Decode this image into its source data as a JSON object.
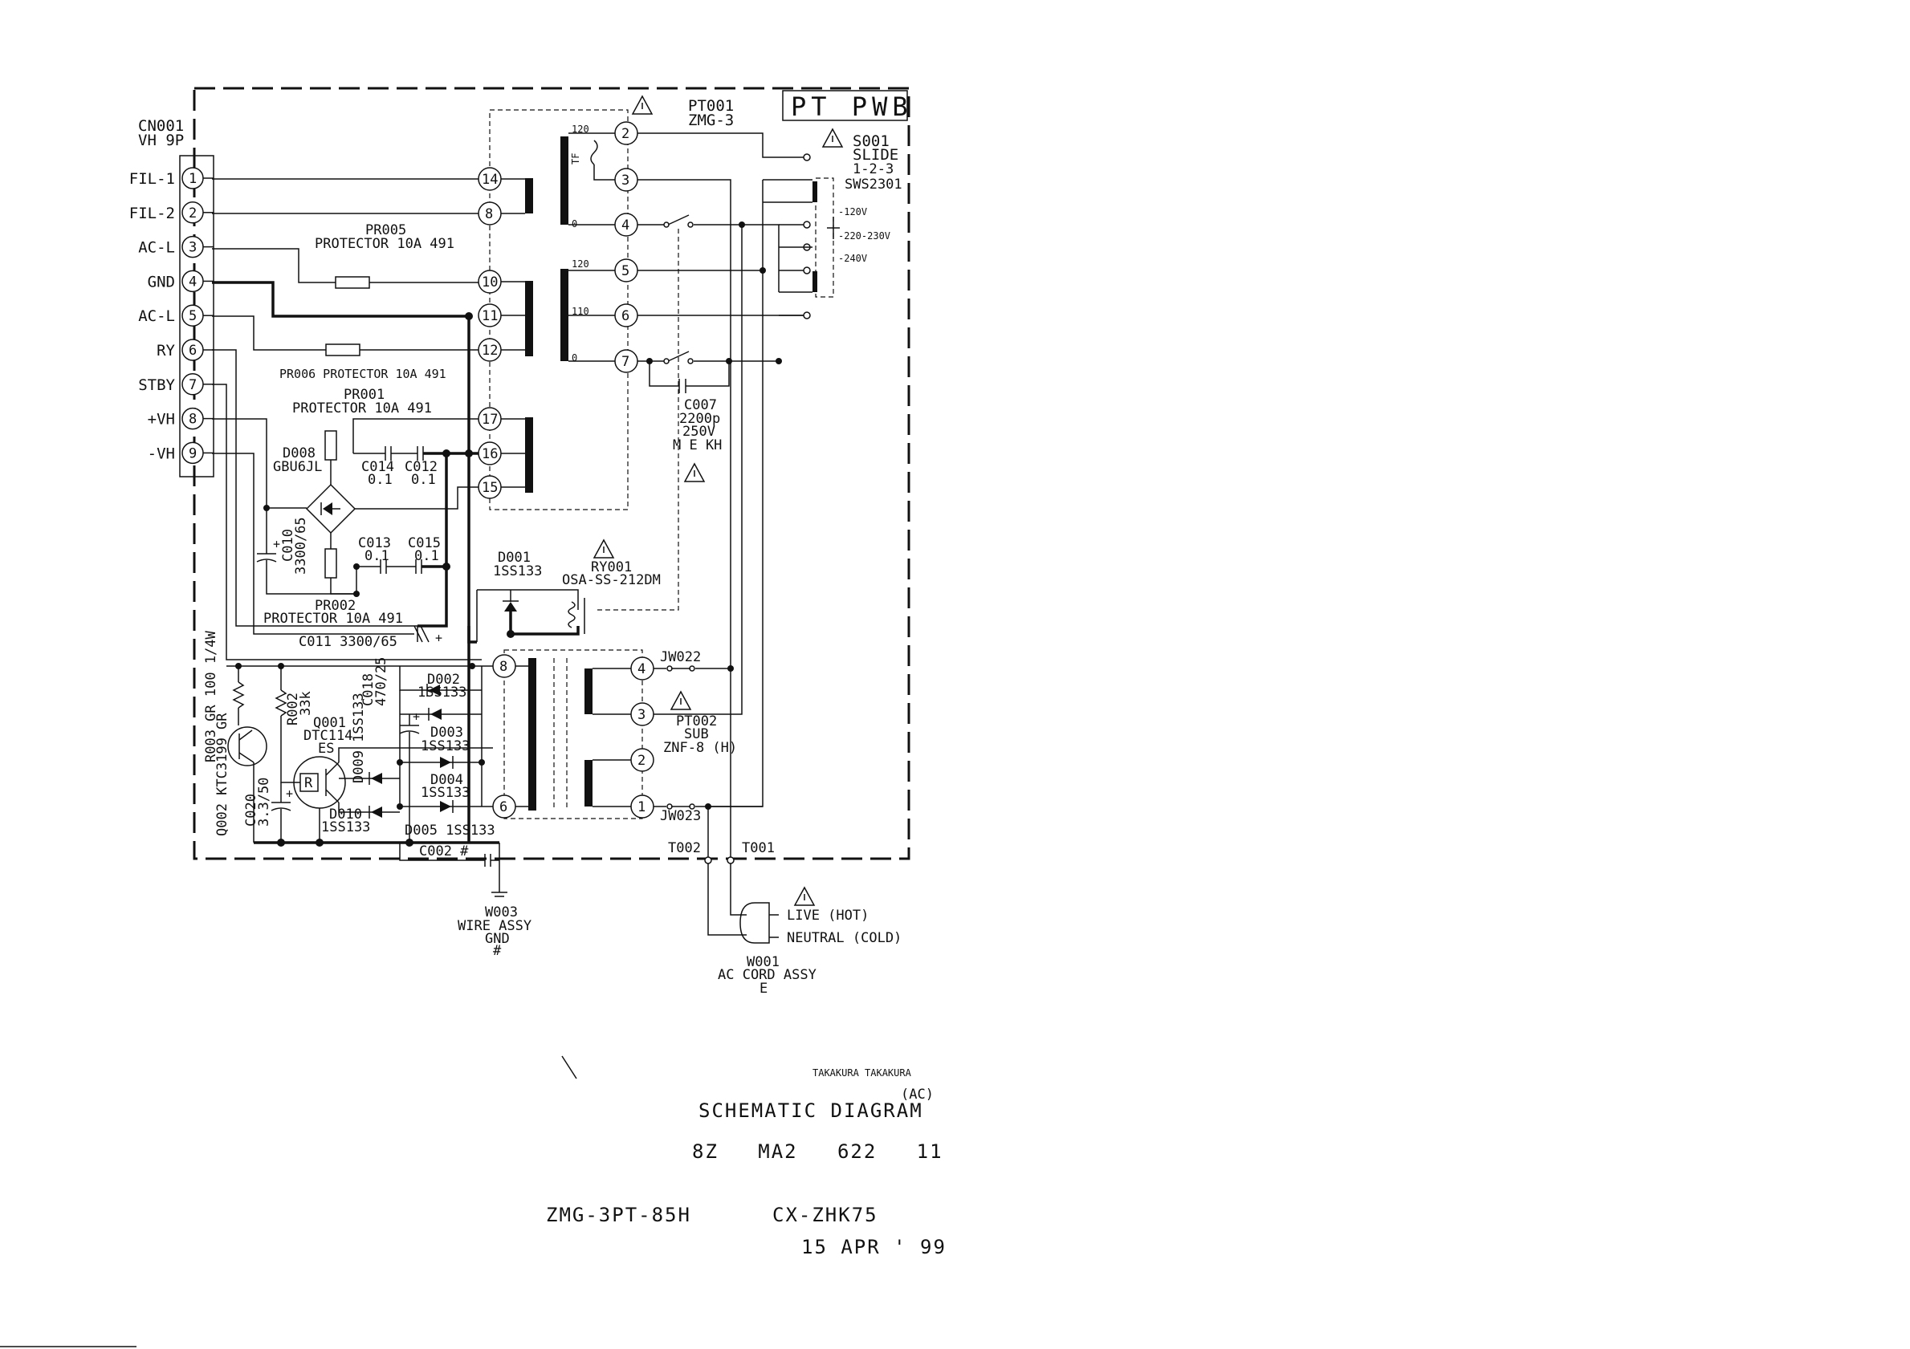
{
  "board": {
    "label": "PT PWB"
  },
  "connector": {
    "ref": "CN001",
    "type": "VH 9P",
    "pins": [
      {
        "num": "1",
        "name": "FIL-1"
      },
      {
        "num": "2",
        "name": "FIL-2"
      },
      {
        "num": "3",
        "name": "AC-L"
      },
      {
        "num": "4",
        "name": "GND"
      },
      {
        "num": "5",
        "name": "AC-L"
      },
      {
        "num": "6",
        "name": "RY"
      },
      {
        "num": "7",
        "name": "STBY"
      },
      {
        "num": "8",
        "name": "+VH"
      },
      {
        "num": "9",
        "name": "-VH"
      }
    ]
  },
  "transformer_main": {
    "ref": "PT001",
    "part": "ZMG-3",
    "tf_label": "TF",
    "tap_labels": [
      "120",
      "0",
      "120",
      "110",
      "0"
    ],
    "primary_pins": [
      "2",
      "3",
      "4",
      "5",
      "6",
      "7"
    ],
    "secondary_pins": [
      "14",
      "8",
      "10",
      "11",
      "12",
      "17",
      "16",
      "15"
    ]
  },
  "switch": {
    "ref": "S001",
    "type": "SLIDE",
    "positions": "1-2-3",
    "part": "SWS2301",
    "options": [
      "-120V",
      "-220-230V",
      "-240V"
    ]
  },
  "protectors": {
    "pr005": {
      "ref": "PR005",
      "desc": "PROTECTOR 10A 491"
    },
    "pr006": {
      "label": "PR006 PROTECTOR 10A 491"
    },
    "pr001": {
      "ref": "PR001",
      "desc": "PROTECTOR 10A 491"
    },
    "pr002": {
      "ref": "PR002",
      "desc": "PROTECTOR 10A 491"
    }
  },
  "capacitors": {
    "c007": {
      "ref": "C007",
      "val1": "2200p",
      "val2": "250V",
      "val3": "M E KH"
    },
    "c014": {
      "ref": "C014",
      "val": "0.1"
    },
    "c012": {
      "ref": "C012",
      "val": "0.1"
    },
    "c013": {
      "ref": "C013",
      "val": "0.1"
    },
    "c015": {
      "ref": "C015",
      "val": "0.1"
    },
    "c010": {
      "ref": "C010",
      "val": "3300/65"
    },
    "c011": {
      "label": "C011 3300/65"
    },
    "c018": {
      "ref": "C018",
      "val": "470/25"
    },
    "c020": {
      "ref": "C020",
      "val": "3.3/50"
    },
    "c002": {
      "label": "C002 #"
    }
  },
  "bridge": {
    "ref": "D008",
    "part": "GBU6JL"
  },
  "relay": {
    "ref": "RY001",
    "part": "OSA-SS-212DM"
  },
  "diodes": {
    "d001": {
      "ref": "D001",
      "part": "1SS133"
    },
    "d002": {
      "ref": "D002",
      "part": "1SS133"
    },
    "d003": {
      "ref": "D003",
      "part": "1SS133"
    },
    "d004": {
      "ref": "D004",
      "part": "1SS133"
    },
    "d009": {
      "label": "D009 1SS133"
    },
    "d010": {
      "ref": "D010",
      "part": "1SS133"
    },
    "d005": {
      "label": "D005 1SS133"
    }
  },
  "transformer_sub": {
    "ref": "PT002",
    "type": "SUB",
    "part": "ZNF-8 (H)",
    "pins": [
      "8",
      "6",
      "4",
      "3",
      "2",
      "1"
    ]
  },
  "jumpers": {
    "jw022": "JW022",
    "jw023": "JW023"
  },
  "resistors": {
    "r003": {
      "label": "R003 GR 100 1/4W"
    },
    "r002": {
      "ref": "R002",
      "val": "33k"
    }
  },
  "transistors": {
    "q001": {
      "ref": "Q001",
      "part": "DTC114",
      "suffix": "ES",
      "mark": "R"
    },
    "q002": {
      "label": "Q002 KTC3199 GR"
    }
  },
  "terminals": {
    "t002": "T002",
    "t001": "T001"
  },
  "wire_gnd": {
    "ref": "W003",
    "desc": "WIRE ASSY",
    "net": "GND",
    "mark": "#"
  },
  "ac_cord": {
    "live": "LIVE (HOT)",
    "neutral": "NEUTRAL (COLD)",
    "ref": "W001",
    "desc": "AC CORD ASSY",
    "mark": "E"
  },
  "title_block": {
    "names": "TAKAKURA TAKAKURA",
    "variant": "(AC)",
    "title": "SCHEMATIC DIAGRAM",
    "number": "8Z   MA2   622   11",
    "model_left": "ZMG-3PT-85H",
    "model_right": "CX-ZHK75",
    "date": "15 APR ' 99"
  },
  "symbols": {
    "warning": "warning-triangle-icon",
    "polarity": "+"
  }
}
